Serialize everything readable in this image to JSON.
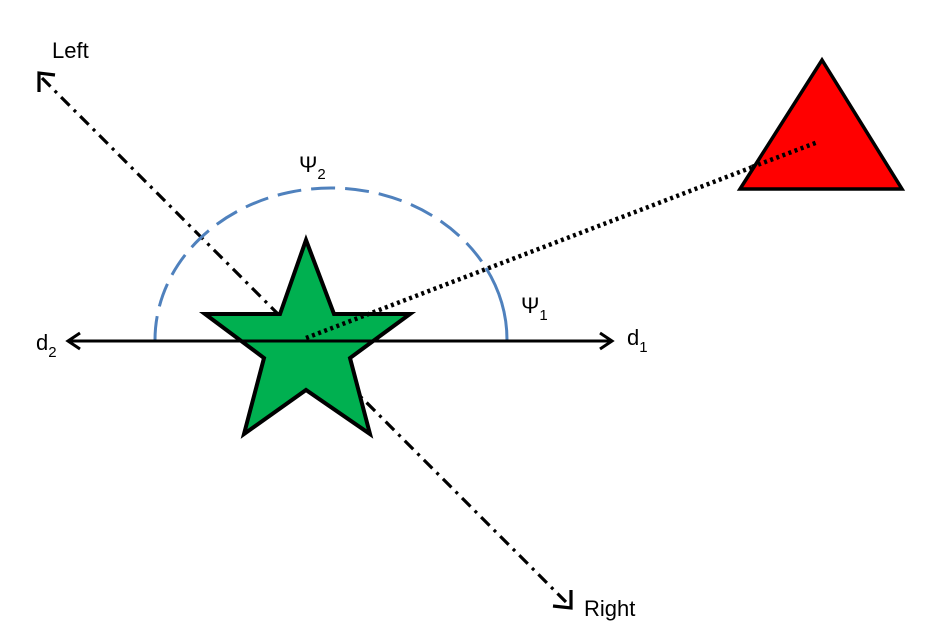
{
  "labels": {
    "left": "Left",
    "right": "Right",
    "d1_base": "d",
    "d1_sub": "1",
    "d2_base": "d",
    "d2_sub": "2",
    "psi1_base": "Ψ",
    "psi1_sub": "1",
    "psi2_base": "Ψ",
    "psi2_sub": "2"
  },
  "colors": {
    "star_fill": "#00B050",
    "triangle_fill": "#FF0000",
    "arc_stroke": "#4F81BD",
    "line": "#000000"
  }
}
